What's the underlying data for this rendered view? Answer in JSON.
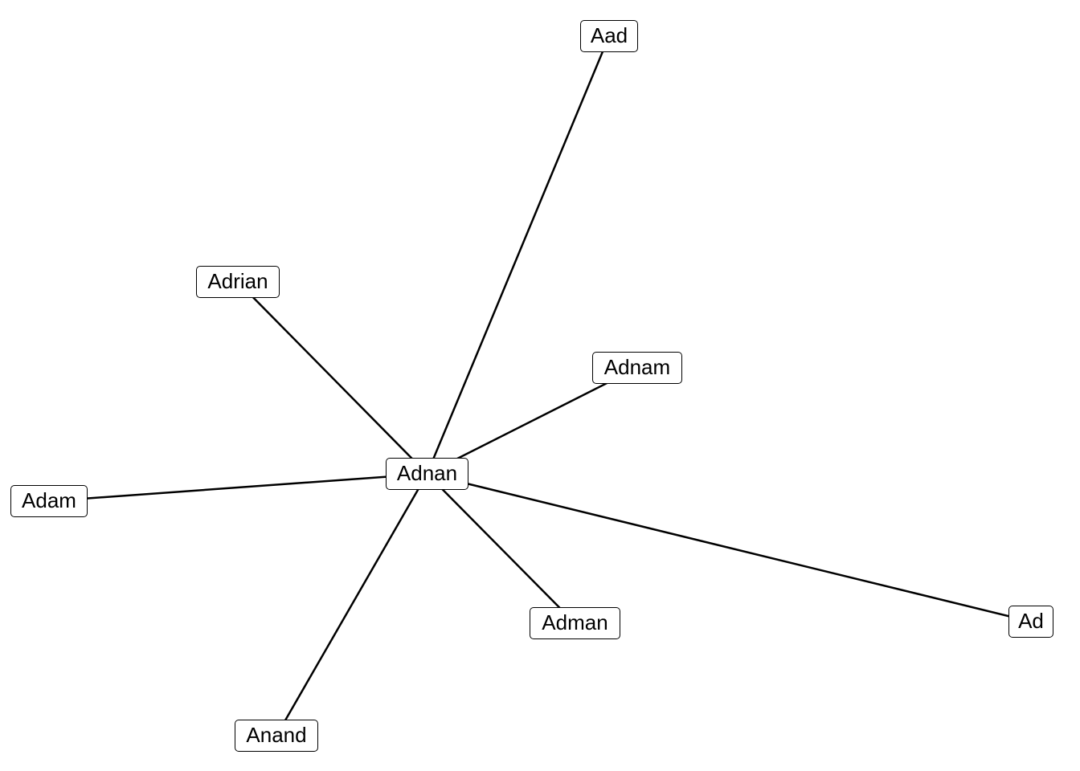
{
  "graph": {
    "center": "Adnan",
    "nodes": [
      "Aad",
      "Adrian",
      "Adnam",
      "Adnan",
      "Adam",
      "Adman",
      "Ad",
      "Anand"
    ],
    "edges": [
      [
        "Adnan",
        "Aad"
      ],
      [
        "Adnan",
        "Adrian"
      ],
      [
        "Adnan",
        "Adnam"
      ],
      [
        "Adnan",
        "Adam"
      ],
      [
        "Adnan",
        "Adman"
      ],
      [
        "Adnan",
        "Ad"
      ],
      [
        "Adnan",
        "Anand"
      ]
    ],
    "edge_color": "#000000"
  }
}
